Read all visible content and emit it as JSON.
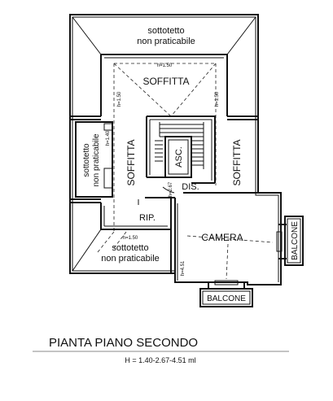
{
  "rooms": {
    "sottotetto_top_1": "sottotetto",
    "sottotetto_top_2": "non praticabile",
    "soffitta_top": "SOFFITTA",
    "soffitta_left": "SOFFITTA",
    "soffitta_right": "SOFFITTA",
    "sottotetto_left_1": "sottotetto",
    "sottotetto_left_2": "non praticabile",
    "asc": "ASC.",
    "dis": "DIS.",
    "rip": "RIP.",
    "camera": "CAMERA",
    "balcone_right": "BALCONE",
    "balcone_bottom": "BALCONE",
    "sottotetto_bottom_1": "sottotetto",
    "sottotetto_bottom_2": "non praticabile"
  },
  "heights": {
    "h_top": "h=1.50",
    "h_left_top": "h=1.50",
    "h_right_top": "h=1.50",
    "h_left_mid": "h=1.40",
    "h_dis": "h=2.67",
    "h_bottom": "h=1.50",
    "h_camera": "h=4.51"
  },
  "footer": {
    "title": "PIANTA PIANO SECONDO",
    "subtitle": "H = 1.40-2.67-4.51 ml"
  }
}
